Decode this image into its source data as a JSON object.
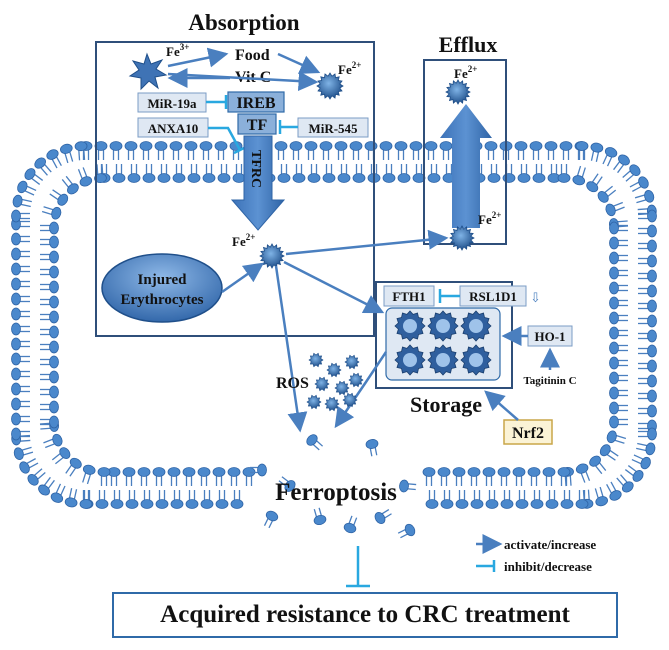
{
  "sections": {
    "absorption": "Absorption",
    "efflux": "Efflux",
    "storage": "Storage",
    "ferroptosis": "Ferroptosis"
  },
  "ions": {
    "fe3": "Fe",
    "fe3_charge": "3+",
    "fe2": "Fe",
    "fe2_charge": "2+"
  },
  "absorption": {
    "food": "Food",
    "vitc": "Vit C",
    "ireb": "IREB",
    "tf": "TF",
    "tfrc": "TFRC",
    "mir19a": "MiR-19a",
    "mir545": "MiR-545",
    "anxa10": "ANXA10",
    "erythrocytes_line1": "Injured",
    "erythrocytes_line2": "Erythrocytes"
  },
  "storage": {
    "fth1": "FTH1",
    "rsl1d1": "RSL1D1",
    "ho1": "HO-1",
    "tagitinin": "Tagitinin C",
    "nrf2": "Nrf2"
  },
  "ros": "ROS",
  "legend": {
    "activate": "activate/increase",
    "inhibit": "inhibit/decrease"
  },
  "outcome": "Acquired resistance to CRC treatment",
  "colors": {
    "primary": "#2f6aa8",
    "arrow": "#4a7fbf",
    "inhibit": "#29a8e0",
    "lipid_head": "#4a88cc",
    "box_fill": "#dfe8f3",
    "nrf2_fill": "#fbf3d6",
    "nrf2_border": "#c9a649"
  }
}
